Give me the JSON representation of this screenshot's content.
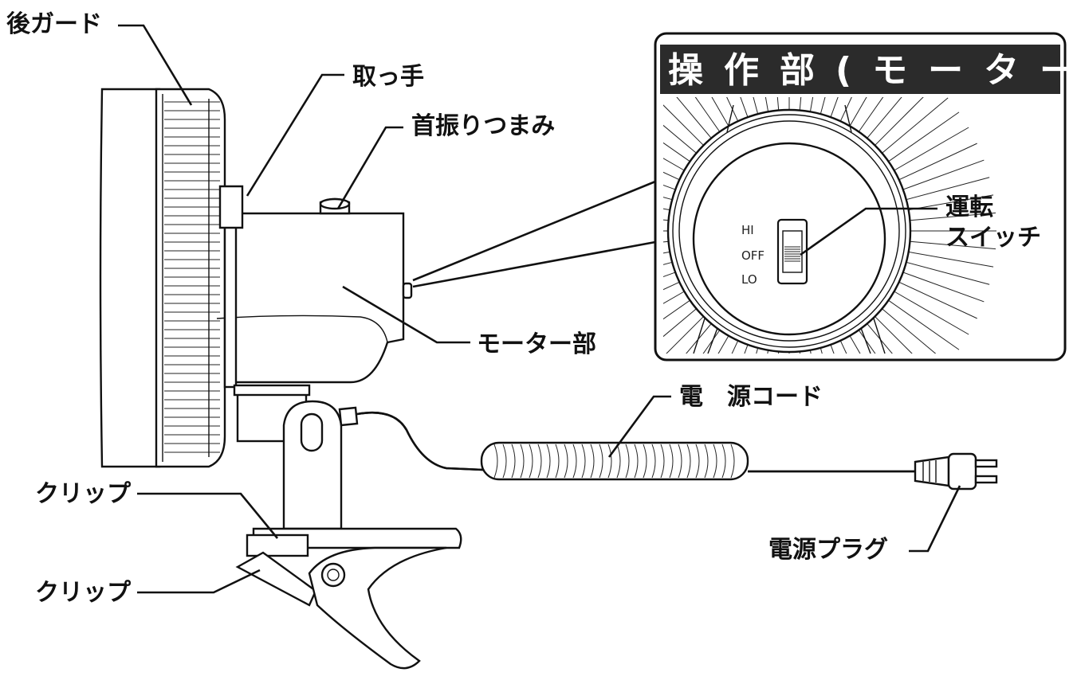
{
  "labels": {
    "rear_guard": "後ガード",
    "handle": "取っ手",
    "oscillation_knob": "首振りつまみ",
    "motor_unit": "モーター部",
    "power_cord": "電　源コード",
    "clip_upper": "クリップ",
    "clip_lower": "クリップ",
    "power_plug": "電源プラグ"
  },
  "inset": {
    "title": "操作部(モーター",
    "switch_label_line1": "運転",
    "switch_label_line2": "スイッチ",
    "positions": [
      "HI",
      "OFF",
      "LO"
    ]
  },
  "colors": {
    "line": "#111111",
    "title_bar": "#2b2b2b",
    "title_text": "#ffffff",
    "background": "#ffffff"
  }
}
